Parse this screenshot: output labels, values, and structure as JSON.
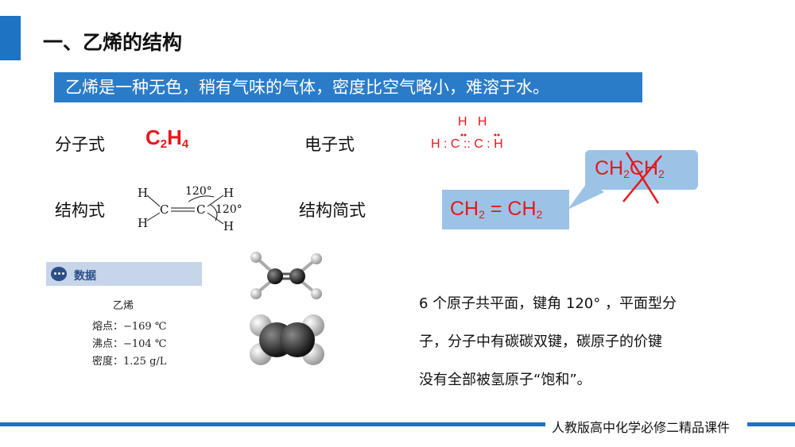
{
  "title": "一、乙烯的结构",
  "banner": "乙烯是一种无色，稍有气味的气体，密度比空气略小，难溶于水。",
  "labels": {
    "molecular_formula": "分子式",
    "electron_formula": "电子式",
    "structural_formula": "结构式",
    "simplified_formula": "结构简式"
  },
  "formula": {
    "c": "C",
    "c_sub": "2",
    "h": "H",
    "h_sub": "4"
  },
  "electron_formula": {
    "top": "H   H",
    "bottom": "H : C :: C : H"
  },
  "structural": {
    "h1": "H",
    "h2": "H",
    "h3": "H",
    "h4": "H",
    "c1": "C",
    "c2": "C",
    "angle1": "120°",
    "angle2": "120°"
  },
  "callout_wrong": {
    "part1": "CH",
    "sub1": "2",
    "part2": "CH",
    "sub2": "2"
  },
  "simplified": {
    "part1": "CH",
    "sub1": "2",
    "eq": " = ",
    "part2": "CH",
    "sub2": "2"
  },
  "data_card": {
    "header": "数据",
    "name": "乙烯",
    "mp": "熔点：−169 ℃",
    "bp": "沸点：−104 ℃",
    "density": "密度：1.25 g/L"
  },
  "description": [
    "6 个原子共平面，键角 120° ，平面型分",
    "子，分子中有碳碳双键，碳原子的价键",
    "没有全部被氢原子“饱和”。"
  ],
  "footer": "人教版高中化学必修二精品课件",
  "colors": {
    "accent": "#1f73c3",
    "red": "#e8171c",
    "light_blue": "#9cc3e6"
  }
}
